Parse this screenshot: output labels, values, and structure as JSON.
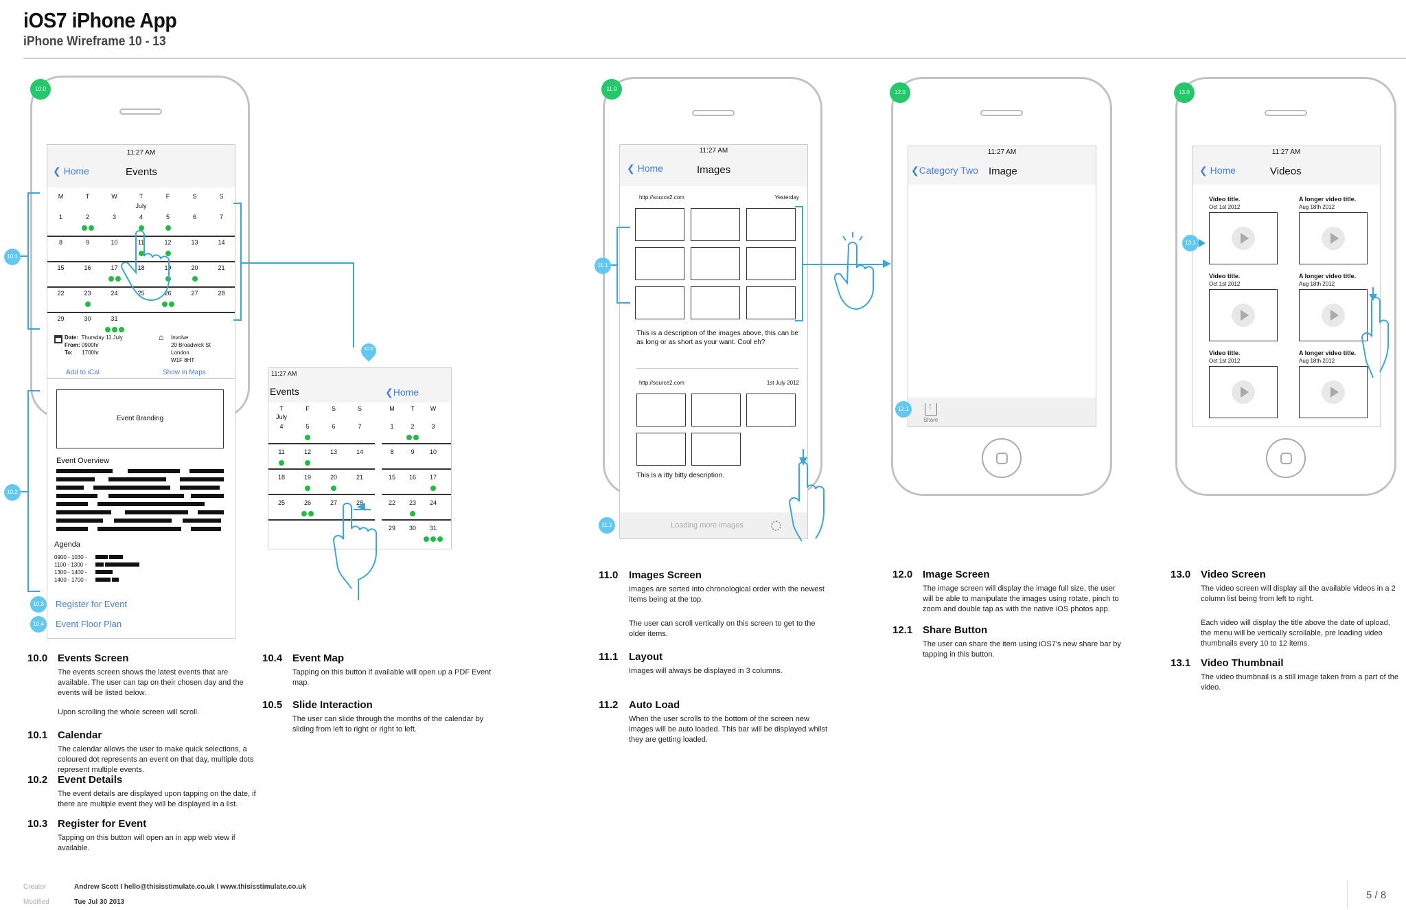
{
  "header": {
    "title": "iOS7 iPhone App",
    "subtitle": "iPhone Wireframe 10 - 13"
  },
  "status_time": "11:27 AM",
  "badges": {
    "b10": "10.0",
    "b11": "11.0",
    "b12": "12.0",
    "b13": "13.0",
    "b101": "10.1",
    "b102": "10.2",
    "b103": "10.3",
    "b104": "10.4",
    "b105": "10.5",
    "b111": "11.1",
    "b112": "11.2",
    "b121": "12.1",
    "b131": "13.1"
  },
  "events": {
    "back": "Home",
    "title": "Events",
    "month": "July",
    "weekdays": [
      "M",
      "T",
      "W",
      "T",
      "F",
      "S",
      "S"
    ],
    "weeks": [
      [
        "1",
        "2",
        "3",
        "4",
        "5",
        "6",
        "7"
      ],
      [
        "8",
        "9",
        "10",
        "11",
        "12",
        "13",
        "14"
      ],
      [
        "15",
        "16",
        "17",
        "18",
        "19",
        "20",
        "21"
      ],
      [
        "22",
        "23",
        "24",
        "25",
        "26",
        "27",
        "28"
      ],
      [
        "29",
        "30",
        "31",
        "",
        "",
        "",
        ""
      ]
    ],
    "dots": [
      [
        0,
        2,
        0,
        1,
        1,
        0,
        0
      ],
      [
        0,
        0,
        0,
        1,
        1,
        0,
        0
      ],
      [
        0,
        0,
        2,
        0,
        1,
        1,
        0
      ],
      [
        0,
        1,
        0,
        0,
        2,
        0,
        0
      ],
      [
        0,
        0,
        3,
        0,
        0,
        0,
        0
      ]
    ],
    "detail": {
      "date_label": "Date:",
      "date_value": "Thursday 11 July",
      "from_label": "From:",
      "from_value": "0900hr",
      "to_label": "To:",
      "to_value": "1700hr",
      "venue": [
        "Involve",
        "20 Broadwick St",
        "London",
        "W1F 8HT"
      ],
      "add_ical": "Add to iCal",
      "show_maps": "Show in Maps"
    },
    "branding": "Event Branding",
    "overview": "Event Overview",
    "agenda": "Agenda",
    "agenda_items": [
      "0900 - 1030 -",
      "1100 - 1300 -",
      "1300 - 1400 -",
      "1400 - 1700 -"
    ],
    "register": "Register for Event",
    "floor_plan": "Event Floor Plan"
  },
  "slide": {
    "time": "11:27 AM",
    "title": "Events",
    "back": "Home",
    "month": "July",
    "left_weekdays": [
      "T",
      "F",
      "S",
      "S"
    ],
    "right_weekdays": [
      "M",
      "T",
      "W"
    ],
    "left_weeks": [
      [
        "4",
        "5",
        "6",
        "7"
      ],
      [
        "11",
        "12",
        "13",
        "14"
      ],
      [
        "18",
        "19",
        "20",
        "21"
      ],
      [
        "25",
        "26",
        "27",
        "28"
      ]
    ],
    "left_dots": [
      [
        0,
        1,
        0,
        0
      ],
      [
        1,
        1,
        0,
        0
      ],
      [
        0,
        1,
        1,
        0
      ],
      [
        0,
        2,
        0,
        0
      ]
    ],
    "right_weeks": [
      [
        "1",
        "2",
        "3"
      ],
      [
        "8",
        "9",
        "10"
      ],
      [
        "15",
        "16",
        "17"
      ],
      [
        "22",
        "23",
        "24"
      ],
      [
        "29",
        "30",
        "31"
      ]
    ],
    "right_dots": [
      [
        0,
        2,
        0
      ],
      [
        0,
        0,
        0
      ],
      [
        0,
        0,
        1
      ],
      [
        0,
        1,
        0
      ],
      [
        0,
        0,
        3
      ]
    ]
  },
  "images": {
    "back": "Home",
    "title": "Images",
    "source1": "http://source2.com",
    "date1": "Yesterday",
    "description1": "This is a description of the images above, this can be as long or as short as your want. Cool eh?",
    "source2": "http://source2.com",
    "date2": "1st July 2012",
    "description2": "This is a itty bitty description.",
    "loading": "Loading more images"
  },
  "image_screen": {
    "back": "Category Two",
    "title": "Image",
    "share": "Share"
  },
  "videos": {
    "back": "Home",
    "title": "Videos",
    "items": [
      {
        "title": "Video title.",
        "date": "Oct 1st 2012"
      },
      {
        "title": "A longer video title.",
        "date": "Aug 18th 2012"
      },
      {
        "title": "Video title.",
        "date": "Oct 1st 2012"
      },
      {
        "title": "A longer video title.",
        "date": "Aug 18th 2012"
      },
      {
        "title": "Video title.",
        "date": "Oct 1st 2012"
      },
      {
        "title": "A longer video title.",
        "date": "Aug 18th 2012"
      }
    ]
  },
  "notes": {
    "n100": {
      "num": "10.0",
      "title": "Events Screen",
      "body": "The events screen shows the latest events that are available. The user can tap on their chosen day and the events will be listed below.",
      "body2": "Upon scrolling the whole screen will scroll."
    },
    "n101": {
      "num": "10.1",
      "title": "Calendar",
      "body": "The calendar allows the user to make quick selections, a coloured dot represents an event on that day, multiple dots represent multiple events."
    },
    "n102": {
      "num": "10.2",
      "title": "Event Details",
      "body": "The event details are displayed upon tapping on the date, if there are multiple event they will be displayed in a list."
    },
    "n103": {
      "num": "10.3",
      "title": "Register for Event",
      "body": "Tapping on this button will open an in app web view if available."
    },
    "n104": {
      "num": "10.4",
      "title": "Event Map",
      "body": "Tapping on this button if available will open up a PDF Event map."
    },
    "n105": {
      "num": "10.5",
      "title": "Slide Interaction",
      "body": "The user can slide through the months of the calendar by sliding from left to right or right to left."
    },
    "n110": {
      "num": "11.0",
      "title": "Images Screen",
      "body": "Images are sorted into chronological order with the newest items being at the top.",
      "body2": "The user can scroll vertically on this screen to get to the older items."
    },
    "n111": {
      "num": "11.1",
      "title": "Layout",
      "body": "Images will always be displayed in 3 columns."
    },
    "n112": {
      "num": "11.2",
      "title": "Auto Load",
      "body": "When the user scrolls to the bottom of the screen new images will be auto loaded.  This bar will be displayed whilst they are getting loaded."
    },
    "n120": {
      "num": "12.0",
      "title": "Image Screen",
      "body": "The image screen will display the image full size, the user will be able to manipulate the images using rotate, pinch to zoom and double tap as with the native iOS photos app."
    },
    "n121": {
      "num": "12.1",
      "title": "Share Button",
      "body": "The user can share the item using iOS7's new share bar by tapping in this button."
    },
    "n130": {
      "num": "13.0",
      "title": "Video Screen",
      "body": "The video screen will display all the available videos in a 2 column list being from left to right.",
      "body2": "Each video will display the title above the date of upload, the menu will be vertically scrollable, pre loading video thumbnails every 10 to 12 items."
    },
    "n131": {
      "num": "13.1",
      "title": "Video Thumbnail",
      "body": "The video thumbnail is a still image taken from a part of the video."
    }
  },
  "footer": {
    "creator_label": "Creator",
    "creator": "Andrew Scott  I  hello@thisisstimulate.co.uk   I   www.thisisstimulate.co.uk",
    "modified_label": "Modified",
    "modified": "Tue Jul 30 2013",
    "page": "5 / 8"
  },
  "colors": {
    "green": "#26c66a",
    "blue": "#3ca6d8",
    "link": "#4a7dd7"
  }
}
